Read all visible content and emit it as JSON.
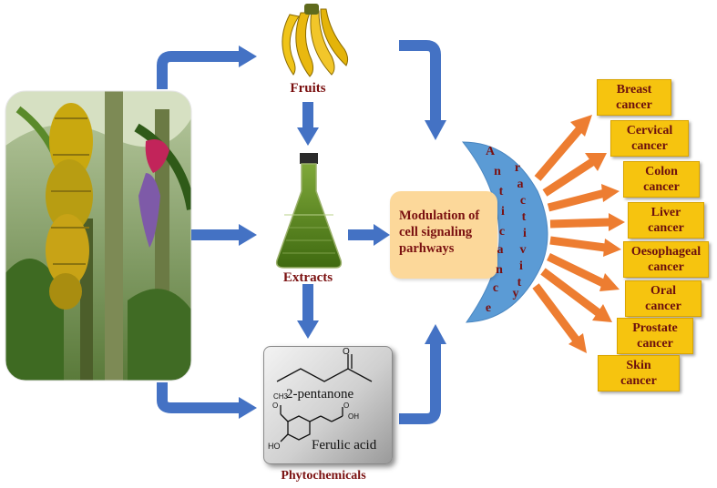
{
  "nodes": {
    "fruits": "Fruits",
    "extracts": "Extracts",
    "phytochemicals": "Phytochemicals",
    "modulation": "Modulation of cell signaling parhways"
  },
  "arc_label": [
    "A",
    "n",
    "t",
    "i",
    "c",
    "a",
    "n",
    "c",
    "e",
    "r",
    "a",
    "c",
    "t",
    "i",
    "v",
    "i",
    "t",
    "y"
  ],
  "chemicals": {
    "compound_1": "2-pentanone",
    "compound_2": "Ferulic acid",
    "methyl_label": "CH3",
    "methoxy_o": "O",
    "hydroxyl": "HO",
    "acid_oh": "OH",
    "carbonyl_o": "O"
  },
  "cancers": [
    {
      "line1": "Breast",
      "line2": "cancer"
    },
    {
      "line1": "Cervical",
      "line2": "cancer"
    },
    {
      "line1": "Colon",
      "line2": "cancer"
    },
    {
      "line1": "Liver",
      "line2": "cancer"
    },
    {
      "line1": "Oesophageal",
      "line2": "cancer"
    },
    {
      "line1": "Oral",
      "line2": "cancer"
    },
    {
      "line1": "Prostate",
      "line2": "cancer"
    },
    {
      "line1": "Skin",
      "line2": "cancer"
    }
  ],
  "colors": {
    "blue_arrow": "#4472c4",
    "orange_arrow": "#ed7d31",
    "arc": "#5b9bd5",
    "label_red": "#7a1010",
    "cancer_box": "#f6c40f",
    "center_box": "#fcd89a"
  }
}
